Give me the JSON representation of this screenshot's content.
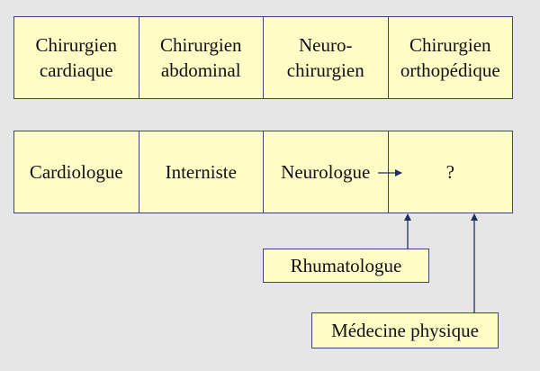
{
  "surgeons": [
    "Chirurgien\ncardiaque",
    "Chirurgien\nabdominal",
    "Neuro-\nchirurgien",
    "Chirurgien\northopédique"
  ],
  "physicians": [
    "Cardiologue",
    "Interniste",
    "Neurologue",
    "?"
  ],
  "lower_boxes": {
    "rhumatologue": "Rhumatologue",
    "medecine_physique": "Médecine physique"
  },
  "colors": {
    "box_fill": "#fffcc6",
    "border": "#3a4a6a",
    "arrow": "#1f2f66",
    "background": "#e6e6e6"
  }
}
